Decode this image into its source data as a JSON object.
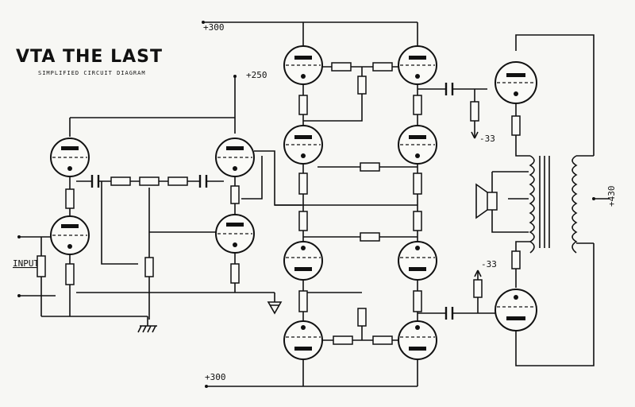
{
  "title": "VTA THE LAST",
  "subtitle": "SIMPLIFIED CIRCUIT DIAGRAM",
  "labels": {
    "plus300_top": "+300",
    "plus250": "+250",
    "minus33_upper": "-33",
    "minus33_lower": "-33",
    "plus430": "+430",
    "plus300_bottom": "+300",
    "input": "INPUT"
  },
  "colors": {
    "ink": "#111111",
    "paper": "#f7f7f4"
  }
}
